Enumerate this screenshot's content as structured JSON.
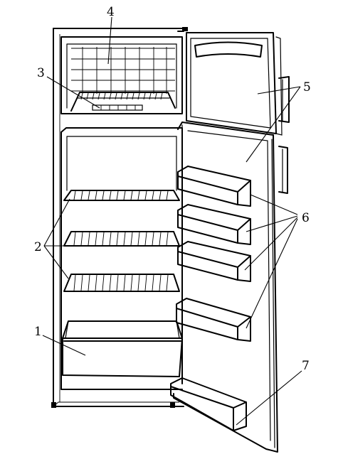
{
  "labels": {
    "vegetable_bin": "1",
    "shelves": "2",
    "ice_tray": "3",
    "freezer": "4",
    "doors": "5",
    "door_shelves": "6",
    "bottle_shelf": "7"
  }
}
